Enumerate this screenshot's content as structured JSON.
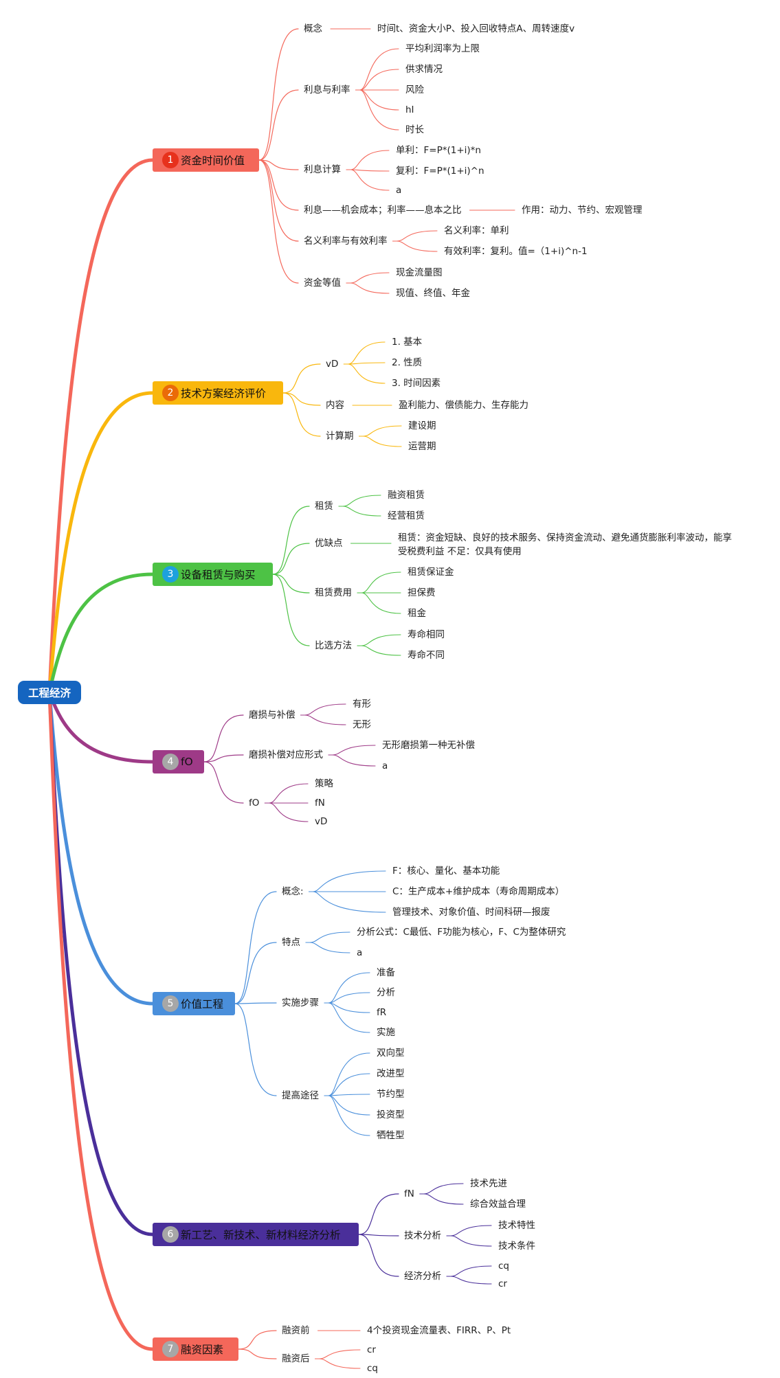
{
  "root": {
    "label": "工程经济"
  },
  "branches": [
    {
      "num": "1",
      "label": "资金时间价值",
      "color": "#f4675a",
      "badge": "#e7311c",
      "children": [
        {
          "label": "概念",
          "children": [
            {
              "label": "时间t、资金大小P、投入回收特点A、周转速度v"
            }
          ]
        },
        {
          "label": "利息与利率",
          "children": [
            {
              "label": "平均利润率为上限"
            },
            {
              "label": "供求情况"
            },
            {
              "label": "风险"
            },
            {
              "label": "hI"
            },
            {
              "label": "时长"
            }
          ]
        },
        {
          "label": "利息计算",
          "children": [
            {
              "label": "单利：F=P*(1+i)*n"
            },
            {
              "label": "复利：F=P*(1+i)^n"
            },
            {
              "label": "a"
            }
          ]
        },
        {
          "label": "利息——机会成本；利率——息本之比",
          "children": [
            {
              "label": "作用：动力、节约、宏观管理"
            }
          ]
        },
        {
          "label": "名义利率与有效利率",
          "children": [
            {
              "label": "名义利率：单利"
            },
            {
              "label": "有效利率：复利。值=（1+i)^n-1"
            }
          ]
        },
        {
          "label": "资金等值",
          "children": [
            {
              "label": "现金流量图"
            },
            {
              "label": "现值、终值、年金"
            }
          ]
        }
      ]
    },
    {
      "num": "2",
      "label": "技术方案经济评价",
      "color": "#f9b70d",
      "badge": "#ea6b08",
      "children": [
        {
          "label": "vD",
          "children": [
            {
              "label": "1. 基本"
            },
            {
              "label": "2. 性质"
            },
            {
              "label": "3. 时间因素"
            }
          ]
        },
        {
          "label": "内容",
          "children": [
            {
              "label": "盈利能力、偿债能力、生存能力"
            }
          ]
        },
        {
          "label": "计算期",
          "children": [
            {
              "label": "建设期"
            },
            {
              "label": "运营期"
            }
          ]
        }
      ]
    },
    {
      "num": "3",
      "label": "设备租赁与购买",
      "color": "#4dc245",
      "badge": "#1da1dd",
      "children": [
        {
          "label": "租赁",
          "children": [
            {
              "label": "融资租赁"
            },
            {
              "label": "经营租赁"
            }
          ]
        },
        {
          "label": "优缺点",
          "children": [
            {
              "label": "租赁：资金短缺、良好的技术服务、保持资金流动、避免通货膨胀利率波动，能享受税费利益 不足：仅具有使用"
            }
          ]
        },
        {
          "label": "租赁费用",
          "children": [
            {
              "label": "租赁保证金"
            },
            {
              "label": "担保费"
            },
            {
              "label": "租金"
            }
          ]
        },
        {
          "label": "比选方法",
          "children": [
            {
              "label": "寿命相同"
            },
            {
              "label": "寿命不同"
            }
          ]
        }
      ]
    },
    {
      "num": "4",
      "label": "fO",
      "color": "#9e3a87",
      "badge": "#a7a7a7",
      "children": [
        {
          "label": "磨损与补偿",
          "children": [
            {
              "label": "有形"
            },
            {
              "label": "无形"
            }
          ]
        },
        {
          "label": "磨损补偿对应形式",
          "children": [
            {
              "label": "无形磨损第一种无补偿"
            },
            {
              "label": "a"
            }
          ]
        },
        {
          "label": "fO",
          "children": [
            {
              "label": "策略"
            },
            {
              "label": "fN"
            },
            {
              "label": "vD"
            }
          ]
        }
      ]
    },
    {
      "num": "5",
      "label": "价值工程",
      "color": "#4a8fdb",
      "badge": "#a7a7a7",
      "children": [
        {
          "label": "概念:",
          "children": [
            {
              "label": "F：核心、量化、基本功能"
            },
            {
              "label": "C：生产成本+维护成本（寿命周期成本）"
            },
            {
              "label": "管理技术、对象价值、时间科研—报废"
            }
          ]
        },
        {
          "label": "特点",
          "children": [
            {
              "label": "分析公式：C最低、F功能为核心，F、C为整体研究"
            },
            {
              "label": "a"
            }
          ]
        },
        {
          "label": "实施步骤",
          "children": [
            {
              "label": "准备"
            },
            {
              "label": "分析"
            },
            {
              "label": "fR"
            },
            {
              "label": "实施"
            }
          ]
        },
        {
          "label": "提高途径",
          "children": [
            {
              "label": "双向型"
            },
            {
              "label": "改进型"
            },
            {
              "label": "节约型"
            },
            {
              "label": "投资型"
            },
            {
              "label": "牺牲型"
            }
          ]
        }
      ]
    },
    {
      "num": "6",
      "label": "新工艺、新技术、新材料经济分析",
      "color": "#4a2f9a",
      "badge": "#a7a7a7",
      "children": [
        {
          "label": "fN",
          "children": [
            {
              "label": "技术先进"
            },
            {
              "label": "综合效益合理"
            }
          ]
        },
        {
          "label": "技术分析",
          "children": [
            {
              "label": "技术特性"
            },
            {
              "label": "技术条件"
            }
          ]
        },
        {
          "label": "经济分析",
          "children": [
            {
              "label": "cq"
            },
            {
              "label": "cr"
            }
          ]
        }
      ]
    },
    {
      "num": "7",
      "label": "融资因素",
      "color": "#f4675a",
      "badge": "#a7a7a7",
      "children": [
        {
          "label": "融资前",
          "children": [
            {
              "label": "4个投资现金流量表、FIRR、P、Pt"
            }
          ]
        },
        {
          "label": "融资后",
          "children": [
            {
              "label": "cr"
            },
            {
              "label": "cq"
            }
          ]
        }
      ]
    }
  ]
}
